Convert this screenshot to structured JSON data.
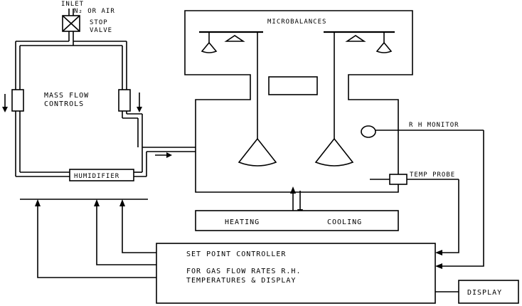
{
  "labels": {
    "inlet": "INLET",
    "n2_or_air": "N₂  OR AIR",
    "stop_valve_1": "STOP",
    "stop_valve_2": "VALVE",
    "mass_flow_1": "MASS FLOW",
    "mass_flow_2": "CONTROLS",
    "humidifier": "HUMIDIFIER",
    "microbalances": "MICROBALANCES",
    "rh_monitor": "R H MONITOR",
    "temp_probe": "TEMP PROBE",
    "heating": "HEATING",
    "cooling": "COOLING",
    "controller_1": "SET POINT CONTROLLER",
    "controller_2": "FOR GAS FLOW RATES R.H.",
    "controller_3": "TEMPERATURES & DISPLAY",
    "display": "DISPLAY"
  }
}
